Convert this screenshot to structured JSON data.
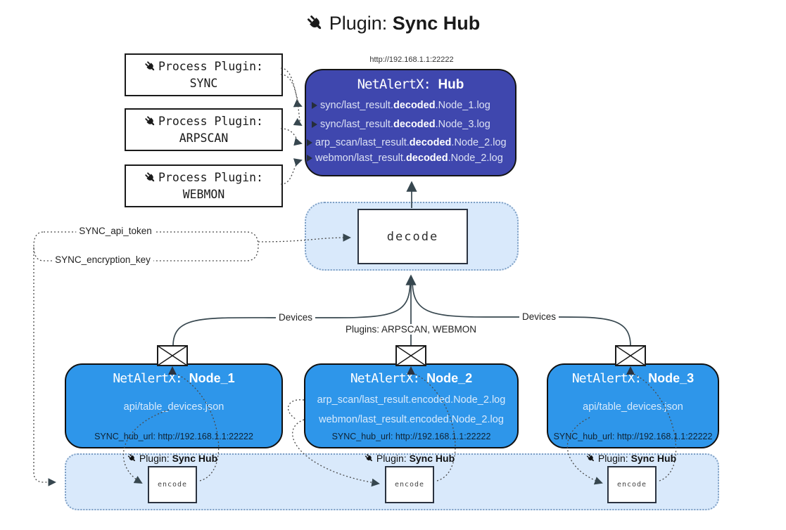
{
  "title": {
    "prefix": "Plugin: ",
    "name": "Sync Hub"
  },
  "colors": {
    "hub_fill": "#3f47ae",
    "node_fill": "#2e96ea",
    "container_fill": "#d9e9fb",
    "line_dark": "#37474f"
  },
  "process_plugins": [
    {
      "label": "Process Plugin:",
      "name": "SYNC"
    },
    {
      "label": "Process Plugin:",
      "name": "ARPSCAN"
    },
    {
      "label": "Process Plugin:",
      "name": "WEBMON"
    }
  ],
  "hub": {
    "url": "http://192.168.1.1:22222",
    "title_prefix": "NetAlertX: ",
    "title_name": "Hub",
    "logs": [
      {
        "pre": "sync/last_result.",
        "bold": "decoded",
        "post": ".Node_1.log"
      },
      {
        "pre": "sync/last_result.",
        "bold": "decoded",
        "post": ".Node_3.log"
      },
      {
        "pre": "arp_scan/last_result.",
        "bold": "decoded",
        "post": ".Node_2.log"
      },
      {
        "pre": "webmon/last_result.",
        "bold": "decoded",
        "post": ".Node_2.log"
      }
    ]
  },
  "decode_box": {
    "label": "decode"
  },
  "settings": {
    "api_token": "SYNC_api_token",
    "encryption_key": "SYNC_encryption_key"
  },
  "edge_labels": {
    "devices_left": "Devices",
    "devices_right": "Devices",
    "plugins": "Plugins: ARPSCAN, WEBMON"
  },
  "nodes": [
    {
      "title_prefix": "NetAlertX: ",
      "title_name": "Node_1",
      "lines": [
        "api/table_devices.json"
      ],
      "hub_url": "SYNC_hub_url: http://192.168.1.1:22222"
    },
    {
      "title_prefix": "NetAlertX: ",
      "title_name": "Node_2",
      "lines": [
        "arp_scan/last_result.encoded.Node_2.log",
        "webmon/last_result.encoded.Node_2.log"
      ],
      "hub_url": "SYNC_hub_url: http://192.168.1.1:22222"
    },
    {
      "title_prefix": "NetAlertX: ",
      "title_name": "Node_3",
      "lines": [
        "api/table_devices.json"
      ],
      "hub_url": "SYNC_hub_url: http://192.168.1.1:22222"
    }
  ],
  "encode_group": {
    "plugin_prefix": "Plugin: ",
    "plugin_name": "Sync Hub",
    "label": "encode"
  }
}
